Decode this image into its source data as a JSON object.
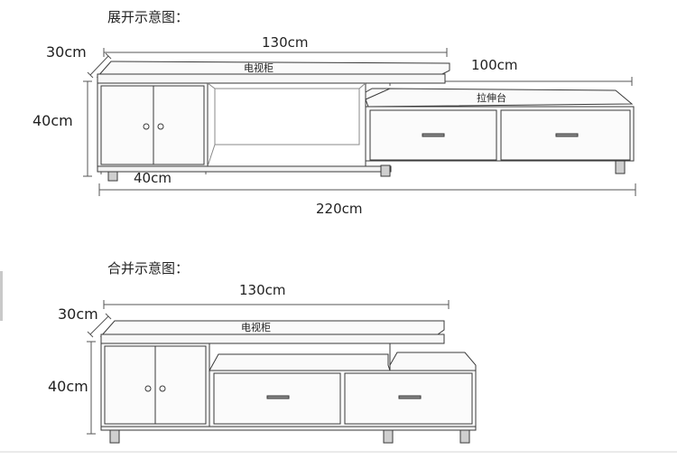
{
  "expanded": {
    "heading": "展开示意图：",
    "depth": "30cm",
    "cabinet_length": "130cm",
    "extension_length": "100cm",
    "height": "40cm",
    "compartment_width": "40cm",
    "total_length": "220cm",
    "cabinet_label": "电视柜",
    "extension_label": "拉伸台"
  },
  "merged": {
    "heading": "合并示意图：",
    "cabinet_length": "130cm",
    "depth": "30cm",
    "height": "40cm",
    "cabinet_label": "电视柜"
  },
  "colors": {
    "line": "#3a3a3a",
    "dim_line": "#555555",
    "shade": "#9a9a9a"
  }
}
